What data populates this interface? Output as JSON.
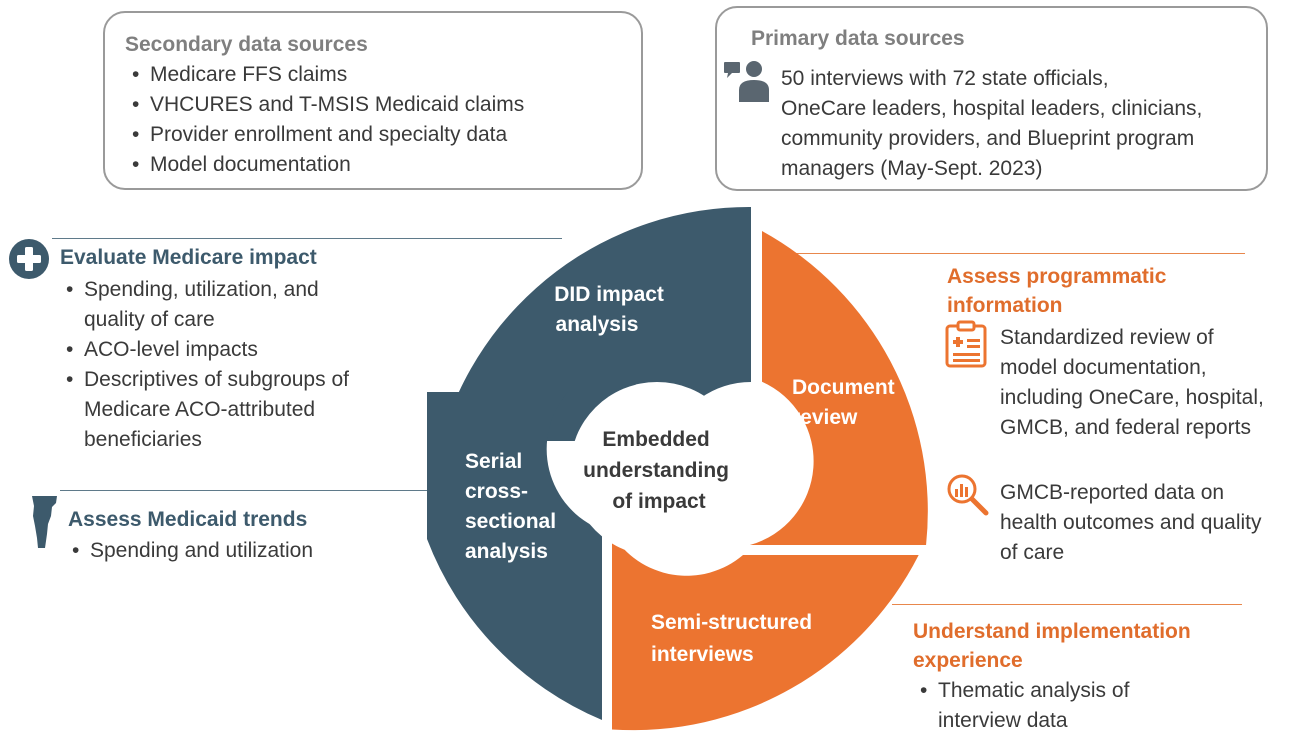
{
  "secondary": {
    "title": "Secondary data sources",
    "items": [
      "Medicare FFS claims",
      "VHCURES and T-MSIS Medicaid claims",
      "Provider enrollment and specialty data",
      "Model documentation"
    ]
  },
  "primary": {
    "title": "Primary data sources",
    "text_lines": [
      "50 interviews with 72 state officials,",
      "OneCare leaders, hospital leaders, clinicians,",
      "community providers, and Blueprint program",
      "managers (May-Sept. 2023)"
    ],
    "icon": "person-speech-icon"
  },
  "medicare": {
    "title": "Evaluate Medicare impact",
    "icon": "plus-circle-icon",
    "items": [
      [
        "Spending, utilization, and",
        "quality of care"
      ],
      [
        "ACO-level impacts"
      ],
      [
        "Descriptives of subgroups of",
        "Medicare ACO-attributed",
        "beneficiaries"
      ]
    ]
  },
  "medicaid": {
    "title": "Assess Medicaid trends",
    "icon": "vermont-map-icon",
    "items": [
      "Spending and utilization"
    ]
  },
  "programmatic": {
    "title_lines": [
      "Assess programmatic",
      "information"
    ],
    "doc": {
      "icon": "clipboard-icon",
      "lines": [
        "Standardized review of",
        "model documentation,",
        "including OneCare, hospital,",
        "GMCB, and federal reports"
      ]
    },
    "data": {
      "icon": "chart-magnifier-icon",
      "lines": [
        "GMCB-reported data on",
        "health outcomes and quality",
        "of care"
      ]
    }
  },
  "implementation": {
    "title_lines": [
      "Understand implementation",
      "experience"
    ],
    "items": [
      [
        "Thematic analysis of",
        "interview data"
      ]
    ]
  },
  "wheel": {
    "center_lines": [
      "Embedded",
      "understanding",
      "of impact"
    ],
    "segments": {
      "did": [
        "DID impact",
        "analysis"
      ],
      "document": [
        "Document",
        "review"
      ],
      "interviews": [
        "Semi-structured",
        "interviews"
      ],
      "serial": [
        "Serial",
        "cross-",
        "sectional",
        "analysis"
      ]
    }
  },
  "colors": {
    "slate": "#3d5a6c",
    "orange": "#ec7430",
    "orange_text": "#e06d2c",
    "gray_border": "#9a9a9a"
  }
}
